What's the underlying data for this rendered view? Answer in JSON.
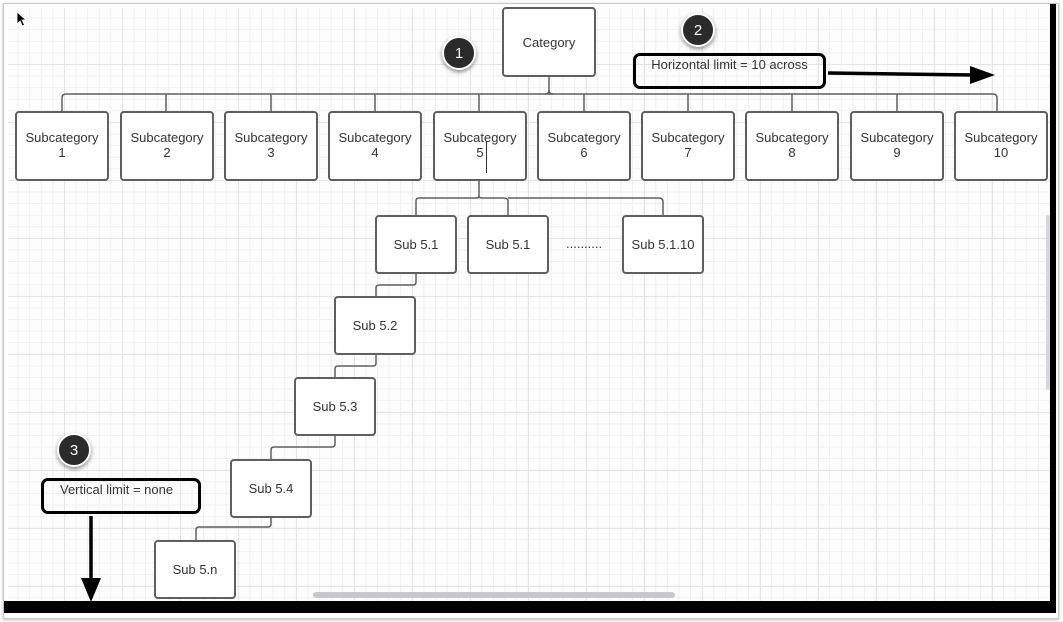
{
  "diagram": {
    "root": {
      "label": "Category"
    },
    "subcategories": [
      {
        "label": "Subcategory",
        "number": "1"
      },
      {
        "label": "Subcategory",
        "number": "2"
      },
      {
        "label": "Subcategory",
        "number": "3"
      },
      {
        "label": "Subcategory",
        "number": "4"
      },
      {
        "label": "Subcategory",
        "number": "5"
      },
      {
        "label": "Subcategory",
        "number": "6"
      },
      {
        "label": "Subcategory",
        "number": "7"
      },
      {
        "label": "Subcategory",
        "number": "8"
      },
      {
        "label": "Subcategory",
        "number": "9"
      },
      {
        "label": "Subcategory",
        "number": "10"
      }
    ],
    "sub5_children": [
      {
        "label": "Sub 5.1"
      },
      {
        "label": "Sub 5.1"
      },
      {
        "label": "Sub 5.1.10"
      }
    ],
    "ellipsis": "..........",
    "sub5_chain": [
      {
        "label": "Sub 5.2"
      },
      {
        "label": "Sub 5.3"
      },
      {
        "label": "Sub 5.4"
      },
      {
        "label": "Sub 5.n"
      }
    ]
  },
  "callouts": {
    "horizontal": {
      "marker": "2",
      "text": "Horizontal limit = 10 across"
    },
    "vertical": {
      "marker": "3",
      "text": "Vertical limit = none"
    },
    "root_marker": "1"
  },
  "colors": {
    "node_border": "#5f5f5f",
    "marker_fill": "#2b2b2b",
    "callout_border": "#000000"
  }
}
